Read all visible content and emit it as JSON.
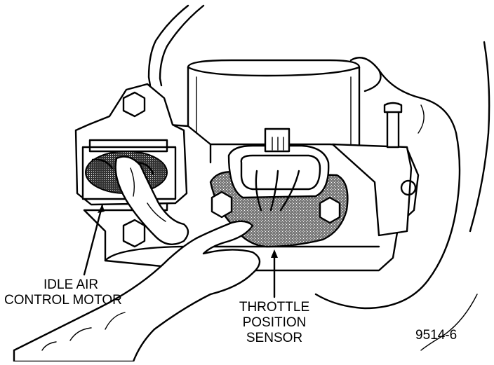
{
  "labels": {
    "iac_line1": "IDLE AIR",
    "iac_line2": "CONTROL MOTOR",
    "tps_line1": "THROTTLE",
    "tps_line2": "POSITION",
    "tps_line3": "SENSOR",
    "figure_number": "9514-6"
  }
}
